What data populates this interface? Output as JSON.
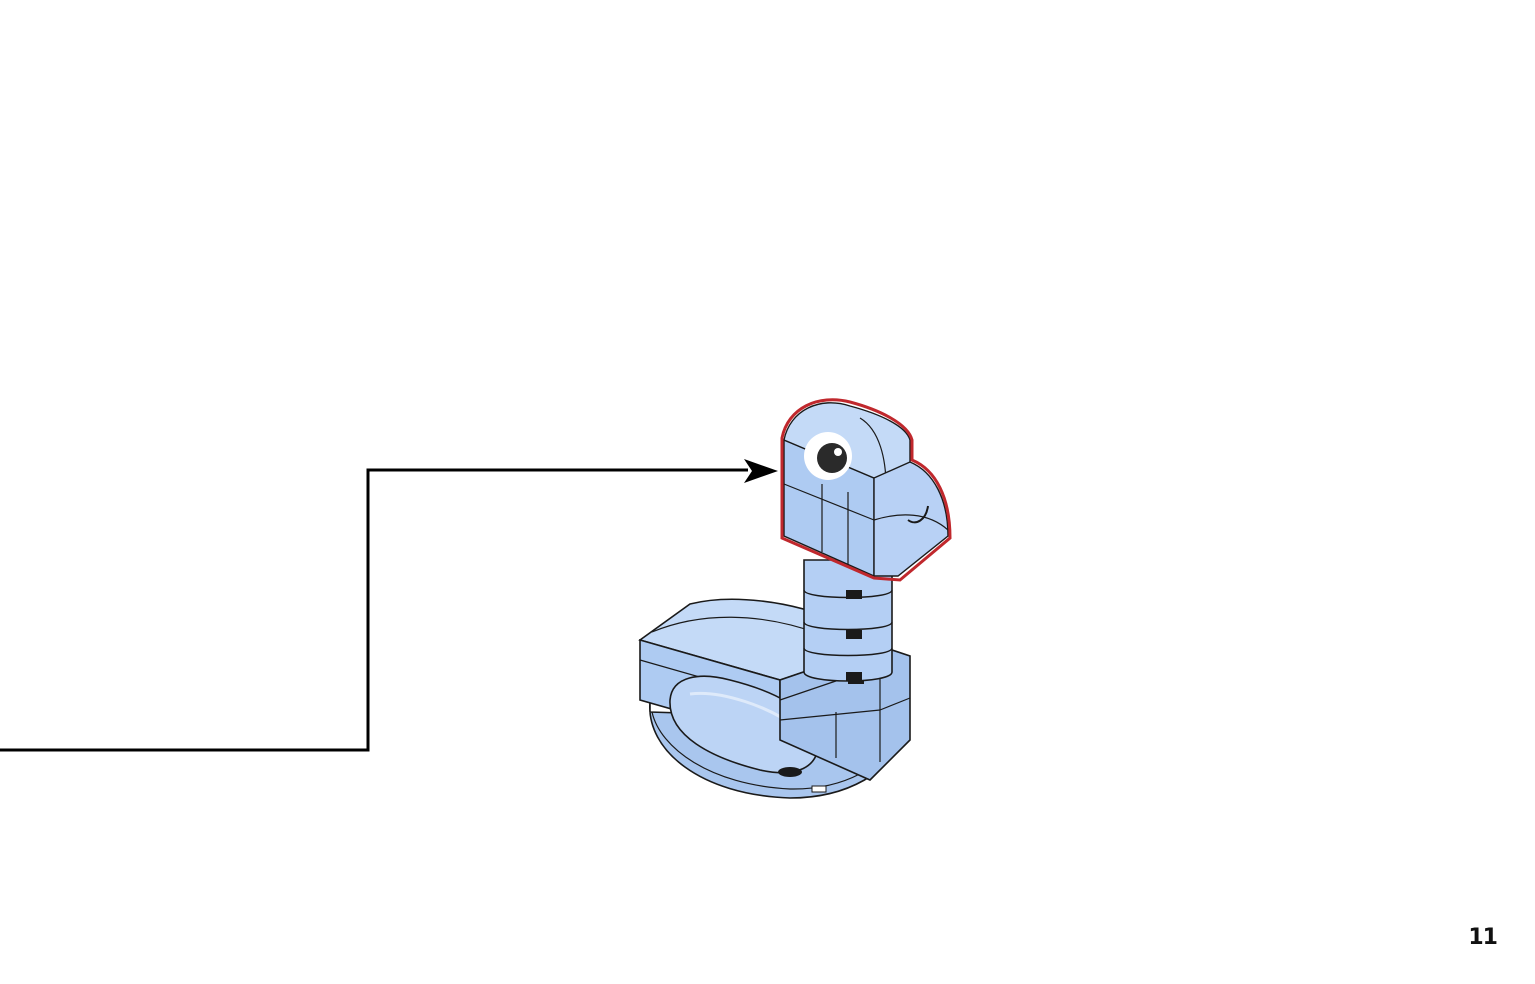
{
  "page": {
    "number": "11"
  },
  "colors": {
    "background": "#ffffff",
    "brick_fill": "#aecbf2",
    "brick_fill_light": "#c4daf7",
    "brick_fill_dark": "#98b8e6",
    "outline": "#1a1a1a",
    "highlight_outline": "#c0282d",
    "connector_line": "#000000"
  },
  "illustration": {
    "subject": "brachiosaurus-model",
    "new_part": "head-assembly"
  }
}
